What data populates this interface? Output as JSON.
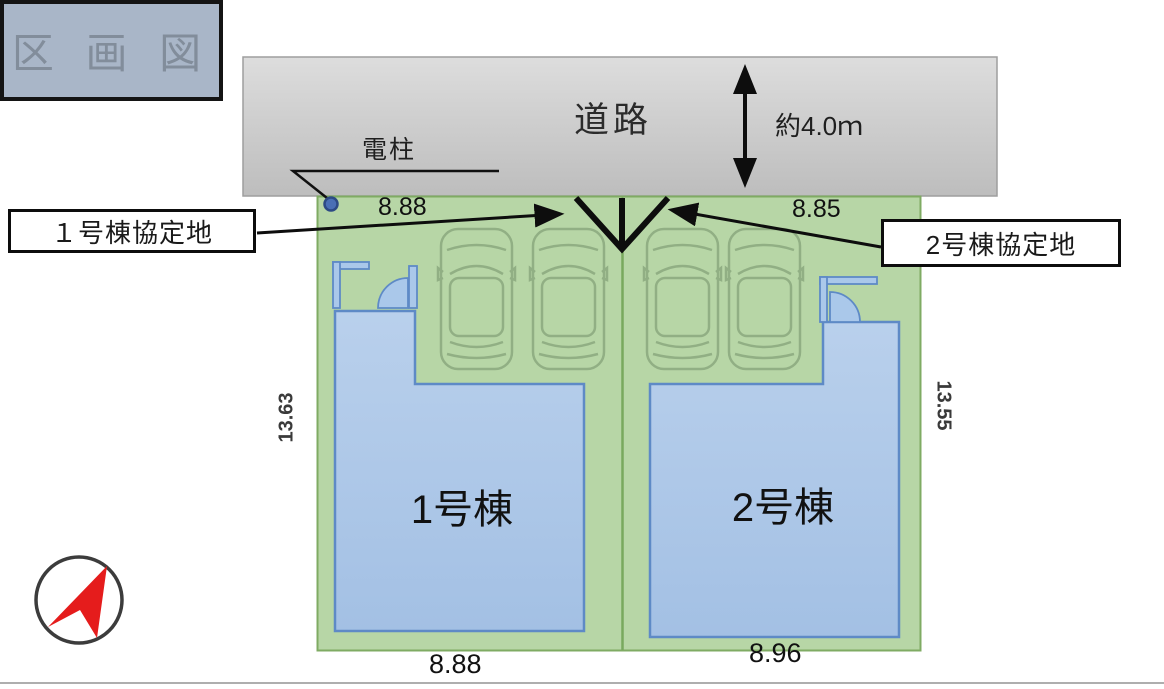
{
  "title": "区 画 図",
  "road": {
    "label": "道路",
    "width_label": "約4.0ｍ"
  },
  "utility_pole": {
    "label": "電柱"
  },
  "callouts": {
    "plot1": "１号棟協定地",
    "plot2": "2号棟協定地"
  },
  "houses": {
    "house1": "1号棟",
    "house2": "2号棟"
  },
  "dimensions": {
    "plot1_frontage_top": "8.88",
    "plot2_frontage_top": "8.85",
    "plot1_depth_left": "13.63",
    "plot2_depth_right": "13.55",
    "plot1_frontage_bottom": "8.88",
    "plot2_frontage_bottom": "8.96"
  },
  "icons": {
    "compass": "compass-north-arrow",
    "pole": "utility-pole-marker",
    "car": "parked-car-topview"
  },
  "colors": {
    "plot_green": "#b7d6a6",
    "plot_border_green": "#7fab63",
    "house_blue": "#aecbea",
    "house_border_blue": "#5e8ac6",
    "road_gray": "#cccccc",
    "title_fill": "#a9b6c8",
    "title_text": "#828d9b",
    "compass_red": "#e51c1c",
    "pole_blue": "#4a6fb5",
    "line_black": "#0d0d0d"
  }
}
